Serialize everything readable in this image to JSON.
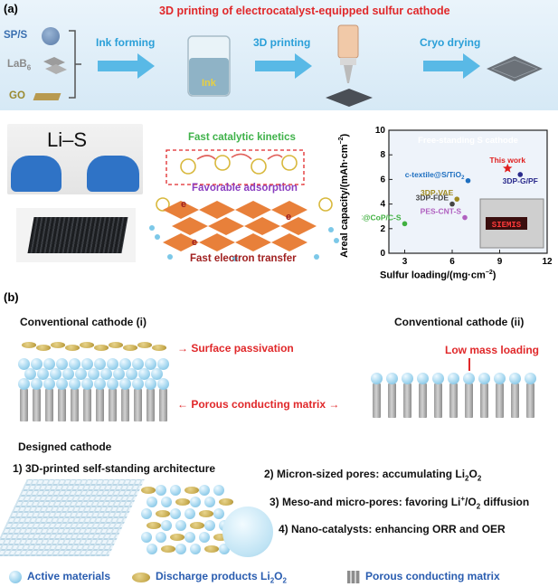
{
  "panel_a": {
    "label": "(a)",
    "title": "3D printing of electrocatalyst-equipped sulfur cathode",
    "materials": [
      {
        "name": "SP/S"
      },
      {
        "name": "LaB",
        "sub": "6"
      },
      {
        "name": "GO"
      }
    ],
    "steps": [
      "Ink forming",
      "3D printing",
      "Cryo drying"
    ],
    "beaker_label": "Ink",
    "photo_text": "Li–S",
    "mechanism": {
      "top": "Fast catalytic kinetics",
      "middle": "Favorable adsorption",
      "bottom": "Fast electron transfer",
      "electron": "e"
    },
    "chart_data": {
      "type": "scatter",
      "title": "Free-standing S cathode",
      "xlabel": "Sulfur loading/(mg·cm",
      "xlabel_sup": "−2",
      "xlabel_end": ")",
      "ylabel": "Areal capacity/(mAh·cm",
      "ylabel_sup": "−2",
      "ylabel_end": ")",
      "xlim": [
        2,
        12
      ],
      "ylim": [
        0,
        10
      ],
      "xticks": [
        "3",
        "6",
        "9",
        "12"
      ],
      "yticks": [
        "0",
        "2",
        "4",
        "6",
        "8",
        "10"
      ],
      "points": [
        {
          "label": "This work",
          "x": 9.5,
          "y": 6.9,
          "color": "#e02020",
          "shape": "star"
        },
        {
          "label": "3DP-G/PF",
          "x": 10.3,
          "y": 6.4,
          "color": "#2a2a8c",
          "shape": "circle"
        },
        {
          "label": "c-textile@S/TiO",
          "sub": "2",
          "x": 7.0,
          "y": 5.9,
          "color": "#1e6fc0",
          "shape": "circle"
        },
        {
          "label": "3DP-FDE",
          "x": 6.0,
          "y": 4.0,
          "color": "#444444",
          "shape": "circle"
        },
        {
          "label": "3DP-VAE",
          "x": 6.3,
          "y": 4.4,
          "color": "#a08a20",
          "shape": "circle"
        },
        {
          "label": "PES-CNT-S",
          "x": 6.8,
          "y": 2.9,
          "color": "#b060c0",
          "shape": "circle"
        },
        {
          "label": "CC@CoP/C-S",
          "x": 3.0,
          "y": 2.4,
          "color": "#40b040",
          "shape": "circle"
        }
      ],
      "inset_text": "SIEMIS"
    }
  },
  "panel_b": {
    "label": "(b)",
    "conv1": "Conventional cathode (i)",
    "conv2": "Conventional cathode (ii)",
    "surface_passivation": "Surface passivation",
    "low_mass": "Low mass loading",
    "porous_matrix": "Porous conducting matrix",
    "designed": "Designed cathode",
    "arch": "1) 3D-printed self-standing architecture",
    "p2": "2) Micron-sized pores: accumulating Li",
    "p2_sub": "2",
    "p2_end": "O",
    "p2_sub2": "2",
    "p3": "3) Meso-and micro-pores: favoring Li",
    "p3_sup": "+",
    "p3_mid": "/O",
    "p3_sub": "2",
    "p3_end": " diffusion",
    "p4": "4) Nano-catalysts: enhancing ORR and OER",
    "legend": {
      "active": "Active materials",
      "discharge": "Discharge products Li",
      "discharge_sub1": "2",
      "discharge_mid": "O",
      "discharge_sub2": "2",
      "matrix": "Porous conducting matrix"
    }
  },
  "colors": {
    "title_red": "#e0282a",
    "step_blue": "#2a9fd8",
    "legend_blue": "#2a5db0",
    "green": "#3fb24a",
    "purple": "#8a3fc0",
    "darkred": "#a02020"
  }
}
